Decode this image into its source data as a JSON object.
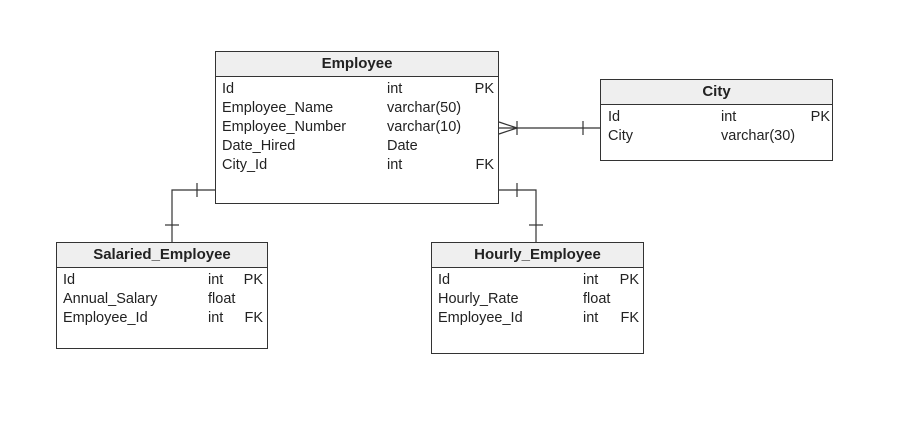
{
  "entities": {
    "employee": {
      "title": "Employee",
      "rows": [
        {
          "name": "Id",
          "type": "int",
          "key": "PK"
        },
        {
          "name": "Employee_Name",
          "type": "varchar(50)",
          "key": ""
        },
        {
          "name": "Employee_Number",
          "type": "varchar(10)",
          "key": ""
        },
        {
          "name": "Date_Hired",
          "type": "Date",
          "key": ""
        },
        {
          "name": "City_Id",
          "type": "int",
          "key": "FK"
        }
      ]
    },
    "city": {
      "title": "City",
      "rows": [
        {
          "name": "Id",
          "type": "int",
          "key": "PK"
        },
        {
          "name": "City",
          "type": "varchar(30)",
          "key": ""
        }
      ]
    },
    "salaried": {
      "title": "Salaried_Employee",
      "rows": [
        {
          "name": "Id",
          "type": "int",
          "key": "PK"
        },
        {
          "name": "Annual_Salary",
          "type": "float",
          "key": ""
        },
        {
          "name": "Employee_Id",
          "type": "int",
          "key": "FK"
        }
      ]
    },
    "hourly": {
      "title": "Hourly_Employee",
      "rows": [
        {
          "name": "Id",
          "type": "int",
          "key": "PK"
        },
        {
          "name": "Hourly_Rate",
          "type": "float",
          "key": ""
        },
        {
          "name": "Employee_Id",
          "type": "int",
          "key": "FK"
        }
      ]
    }
  },
  "relationships": [
    {
      "from": "employee",
      "to": "city",
      "from_cardinality": "many",
      "to_cardinality": "one"
    },
    {
      "from": "employee",
      "to": "salaried",
      "from_cardinality": "one",
      "to_cardinality": "one"
    },
    {
      "from": "employee",
      "to": "hourly",
      "from_cardinality": "one",
      "to_cardinality": "one"
    }
  ],
  "colors": {
    "line": "#333333",
    "header_bg": "#efefef",
    "background": "#ffffff"
  }
}
